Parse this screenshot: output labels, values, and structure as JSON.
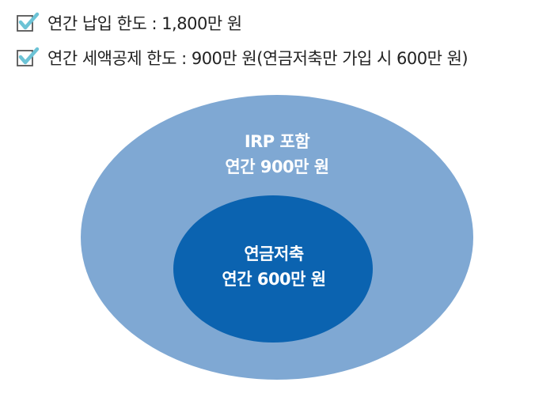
{
  "bullets": [
    {
      "icon": "checkbox-checked-icon",
      "text": "연간 납입 한도 : 1,800만 원"
    },
    {
      "icon": "checkbox-checked-icon",
      "text": "연간 세액공제 한도 : 900만 원(연금저축만 가입 시 600만 원)"
    }
  ],
  "diagram": {
    "outer": {
      "line1": "IRP 포함",
      "line2": "연간 900만 원",
      "color": "#7fa8d3"
    },
    "inner": {
      "line1": "연금저축",
      "line2": "연간 600만 원",
      "color": "#0b63b0"
    }
  },
  "colors": {
    "check": "#6cc3d6",
    "box": "#555555"
  }
}
